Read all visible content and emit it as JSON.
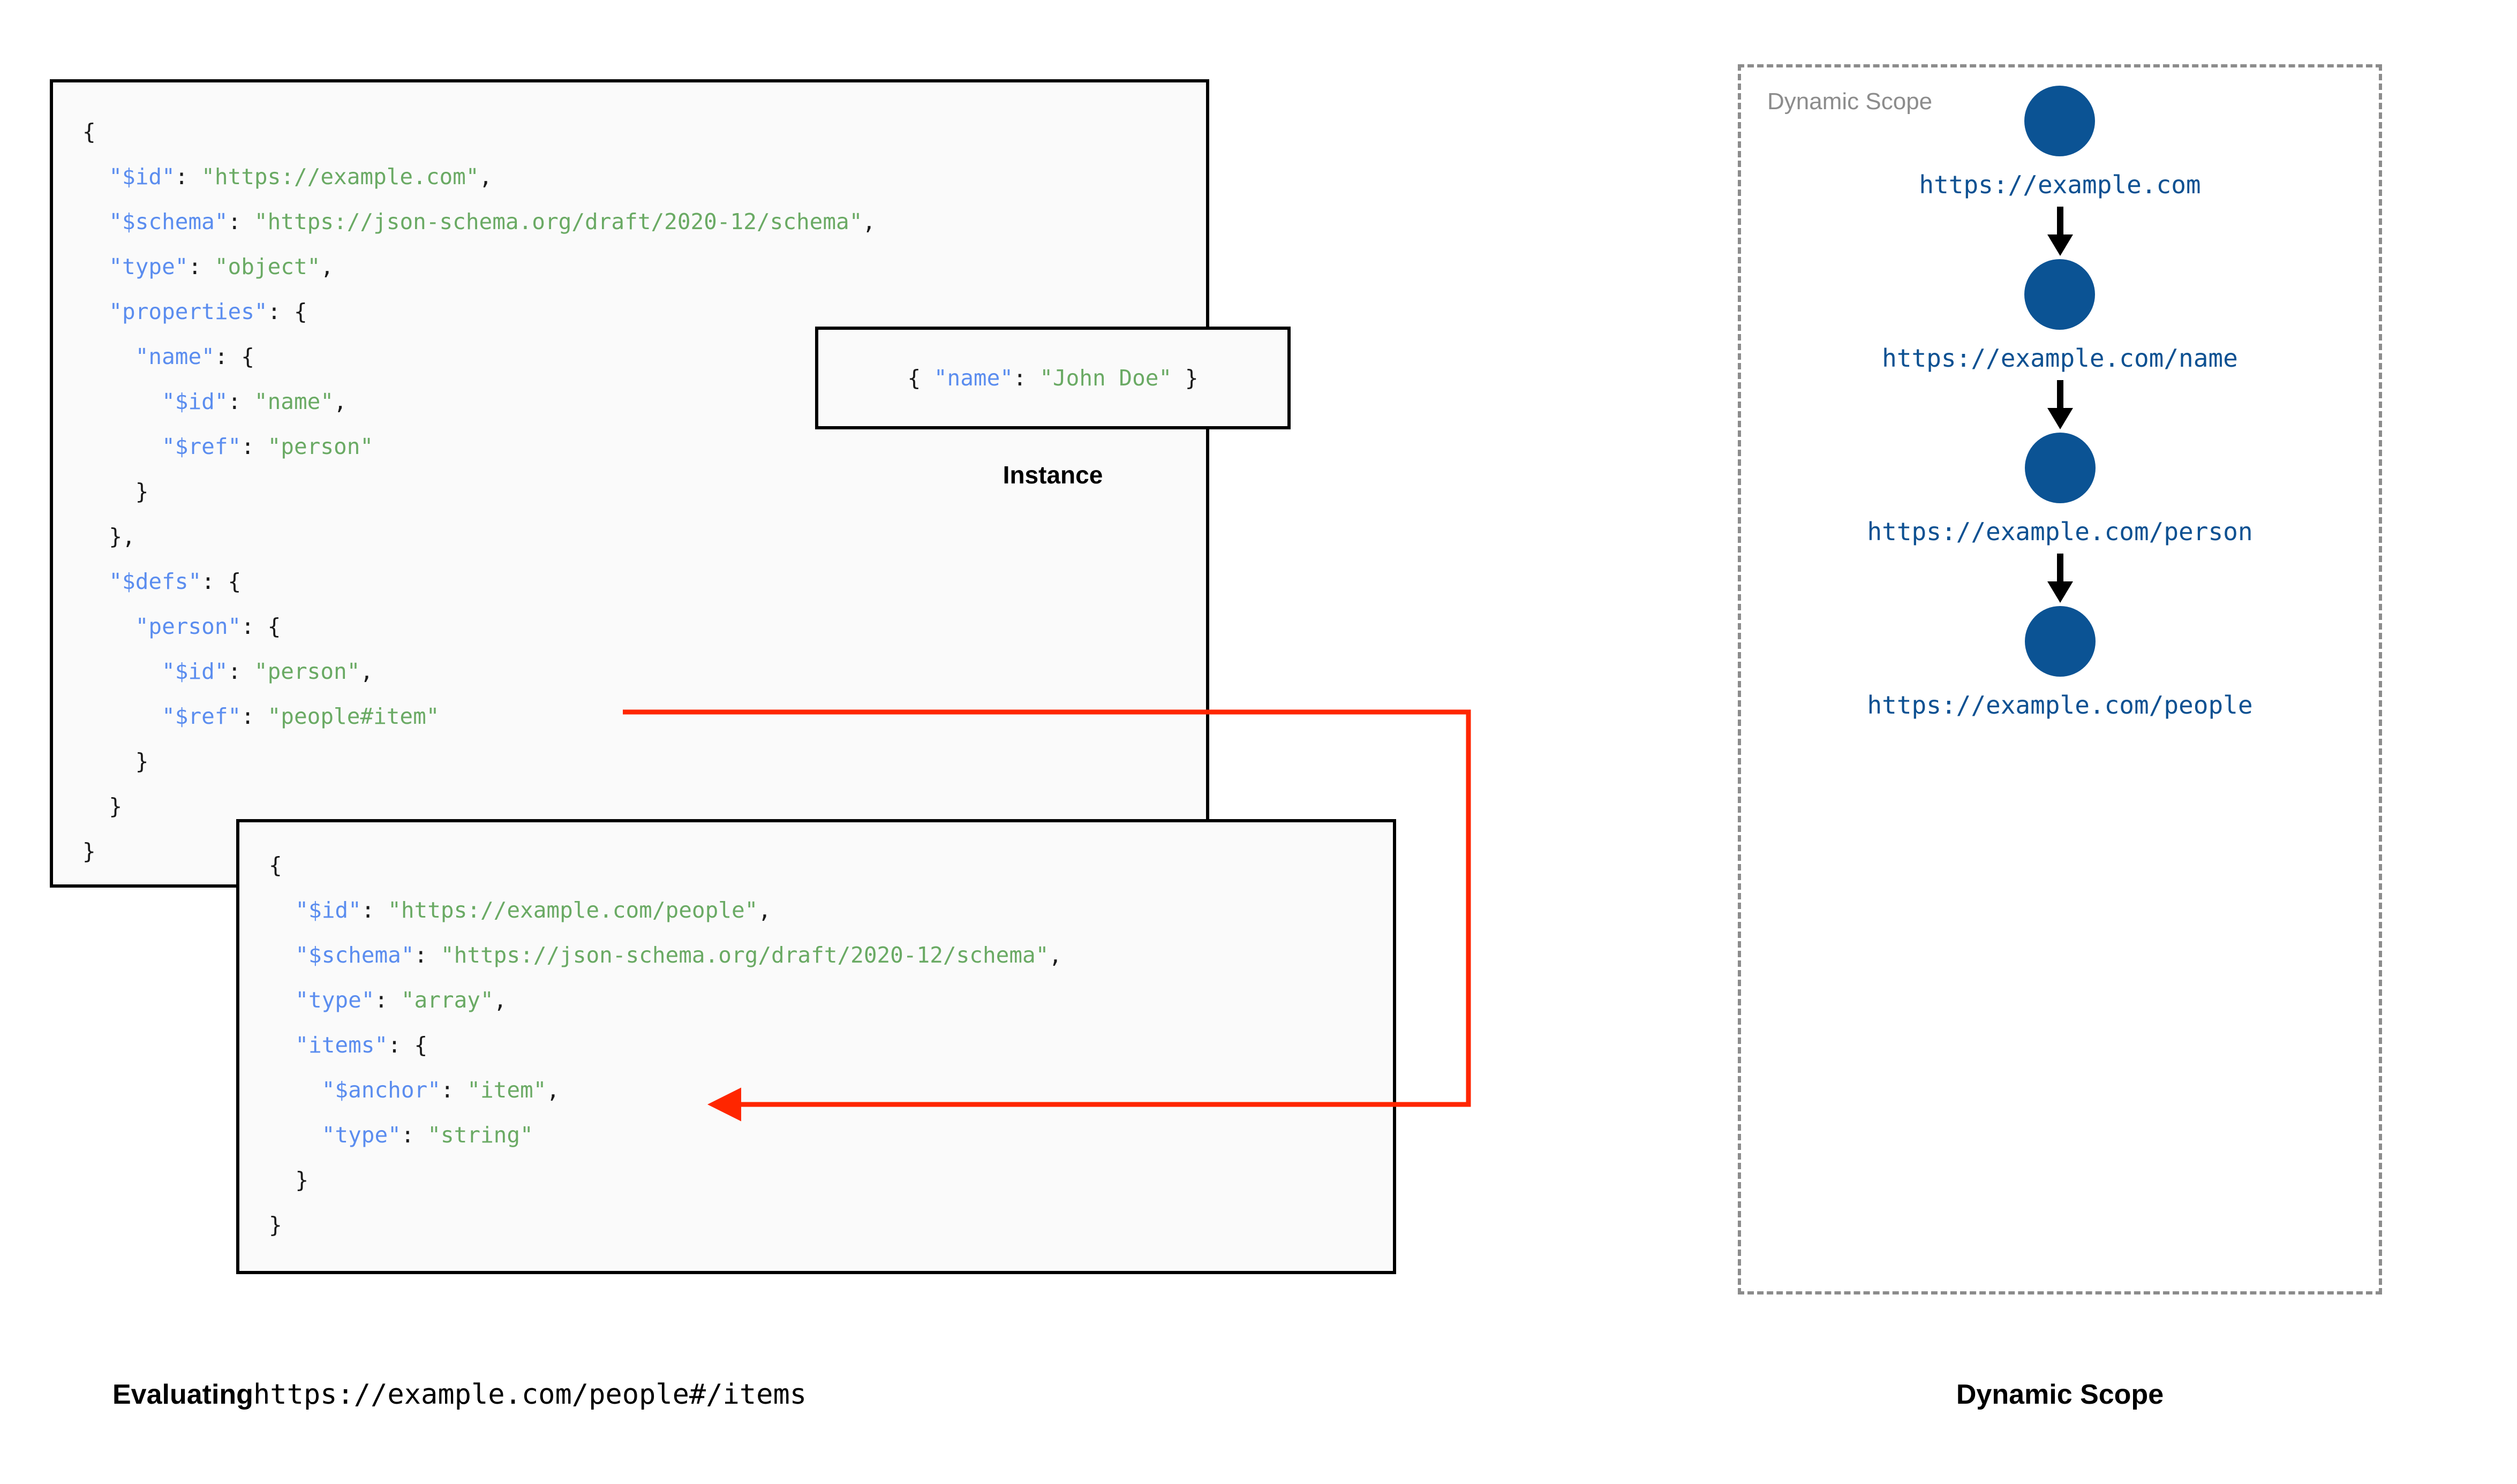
{
  "root_schema": {
    "lines": [
      {
        "indent": 0,
        "tokens": [
          {
            "t": "{",
            "c": "p"
          }
        ]
      },
      {
        "indent": 1,
        "tokens": [
          {
            "t": "\"$id\"",
            "c": "k"
          },
          {
            "t": ": ",
            "c": "p"
          },
          {
            "t": "\"https://example.com\"",
            "c": "s"
          },
          {
            "t": ",",
            "c": "p"
          }
        ]
      },
      {
        "indent": 1,
        "tokens": [
          {
            "t": "\"$schema\"",
            "c": "k"
          },
          {
            "t": ": ",
            "c": "p"
          },
          {
            "t": "\"https://json-schema.org/draft/2020-12/schema\"",
            "c": "s"
          },
          {
            "t": ",",
            "c": "p"
          }
        ]
      },
      {
        "indent": 1,
        "tokens": [
          {
            "t": "\"type\"",
            "c": "k"
          },
          {
            "t": ": ",
            "c": "p"
          },
          {
            "t": "\"object\"",
            "c": "s"
          },
          {
            "t": ",",
            "c": "p"
          }
        ]
      },
      {
        "indent": 1,
        "tokens": [
          {
            "t": "\"properties\"",
            "c": "k"
          },
          {
            "t": ": {",
            "c": "p"
          }
        ]
      },
      {
        "indent": 2,
        "tokens": [
          {
            "t": "\"name\"",
            "c": "k"
          },
          {
            "t": ": {",
            "c": "p"
          }
        ]
      },
      {
        "indent": 3,
        "tokens": [
          {
            "t": "\"$id\"",
            "c": "k"
          },
          {
            "t": ": ",
            "c": "p"
          },
          {
            "t": "\"name\"",
            "c": "s"
          },
          {
            "t": ",",
            "c": "p"
          }
        ]
      },
      {
        "indent": 3,
        "tokens": [
          {
            "t": "\"$ref\"",
            "c": "k"
          },
          {
            "t": ": ",
            "c": "p"
          },
          {
            "t": "\"person\"",
            "c": "s"
          }
        ]
      },
      {
        "indent": 2,
        "tokens": [
          {
            "t": "}",
            "c": "p"
          }
        ]
      },
      {
        "indent": 1,
        "tokens": [
          {
            "t": "},",
            "c": "p"
          }
        ]
      },
      {
        "indent": 1,
        "tokens": [
          {
            "t": "\"$defs\"",
            "c": "k"
          },
          {
            "t": ": {",
            "c": "p"
          }
        ]
      },
      {
        "indent": 2,
        "tokens": [
          {
            "t": "\"person\"",
            "c": "k"
          },
          {
            "t": ": {",
            "c": "p"
          }
        ]
      },
      {
        "indent": 3,
        "tokens": [
          {
            "t": "\"$id\"",
            "c": "k"
          },
          {
            "t": ": ",
            "c": "p"
          },
          {
            "t": "\"person\"",
            "c": "s"
          },
          {
            "t": ",",
            "c": "p"
          }
        ]
      },
      {
        "indent": 3,
        "tokens": [
          {
            "t": "\"$ref\"",
            "c": "k"
          },
          {
            "t": ": ",
            "c": "p"
          },
          {
            "t": "\"people#item\"",
            "c": "s"
          }
        ]
      },
      {
        "indent": 2,
        "tokens": [
          {
            "t": "}",
            "c": "p"
          }
        ]
      },
      {
        "indent": 1,
        "tokens": [
          {
            "t": "}",
            "c": "p"
          }
        ]
      },
      {
        "indent": 0,
        "tokens": [
          {
            "t": "}",
            "c": "p"
          }
        ]
      }
    ]
  },
  "instance": {
    "caption": "Instance",
    "tokens": [
      {
        "t": "{ ",
        "c": "p"
      },
      {
        "t": "\"name\"",
        "c": "k"
      },
      {
        "t": ": ",
        "c": "p"
      },
      {
        "t": "\"John Doe\"",
        "c": "s"
      },
      {
        "t": " }",
        "c": "p"
      }
    ]
  },
  "people_schema": {
    "lines": [
      {
        "indent": 0,
        "tokens": [
          {
            "t": "{",
            "c": "p"
          }
        ]
      },
      {
        "indent": 1,
        "tokens": [
          {
            "t": "\"$id\"",
            "c": "k"
          },
          {
            "t": ": ",
            "c": "p"
          },
          {
            "t": "\"https://example.com/people\"",
            "c": "s"
          },
          {
            "t": ",",
            "c": "p"
          }
        ]
      },
      {
        "indent": 1,
        "tokens": [
          {
            "t": "\"$schema\"",
            "c": "k"
          },
          {
            "t": ": ",
            "c": "p"
          },
          {
            "t": "\"https://json-schema.org/draft/2020-12/schema\"",
            "c": "s"
          },
          {
            "t": ",",
            "c": "p"
          }
        ]
      },
      {
        "indent": 1,
        "tokens": [
          {
            "t": "\"type\"",
            "c": "k"
          },
          {
            "t": ": ",
            "c": "p"
          },
          {
            "t": "\"array\"",
            "c": "s"
          },
          {
            "t": ",",
            "c": "p"
          }
        ]
      },
      {
        "indent": 1,
        "tokens": [
          {
            "t": "\"items\"",
            "c": "k"
          },
          {
            "t": ": {",
            "c": "p"
          }
        ]
      },
      {
        "indent": 2,
        "tokens": [
          {
            "t": "\"$anchor\"",
            "c": "k"
          },
          {
            "t": ": ",
            "c": "p"
          },
          {
            "t": "\"item\"",
            "c": "s"
          },
          {
            "t": ",",
            "c": "p"
          }
        ]
      },
      {
        "indent": 2,
        "tokens": [
          {
            "t": "\"type\"",
            "c": "k"
          },
          {
            "t": ": ",
            "c": "p"
          },
          {
            "t": "\"string\"",
            "c": "s"
          }
        ]
      },
      {
        "indent": 1,
        "tokens": [
          {
            "t": "}",
            "c": "p"
          }
        ]
      },
      {
        "indent": 0,
        "tokens": [
          {
            "t": "}",
            "c": "p"
          }
        ]
      }
    ]
  },
  "reference_arrow": {
    "color": "#ff2600",
    "from_label": "\"people#item\"",
    "to_label": "\"$anchor\""
  },
  "dynamic_scope": {
    "panel_label": "Dynamic Scope",
    "caption": "Dynamic Scope",
    "node_color": "#0b5394",
    "url_color": "#0d5192",
    "nodes": [
      {
        "url": "https://example.com"
      },
      {
        "url": "https://example.com/name"
      },
      {
        "url": "https://example.com/person"
      },
      {
        "url": "https://example.com/people"
      }
    ]
  },
  "evaluating_caption": {
    "label": "Evaluating",
    "uri": "https://example.com/people#/items"
  },
  "colors": {
    "json_key": "#5b8def",
    "json_string": "#6aaa64",
    "box_border": "#000000",
    "box_fill": "#fafafa",
    "dashed_border": "#8c8c8c",
    "scope_node": "#0b5394",
    "red_arrow": "#ff2600"
  }
}
